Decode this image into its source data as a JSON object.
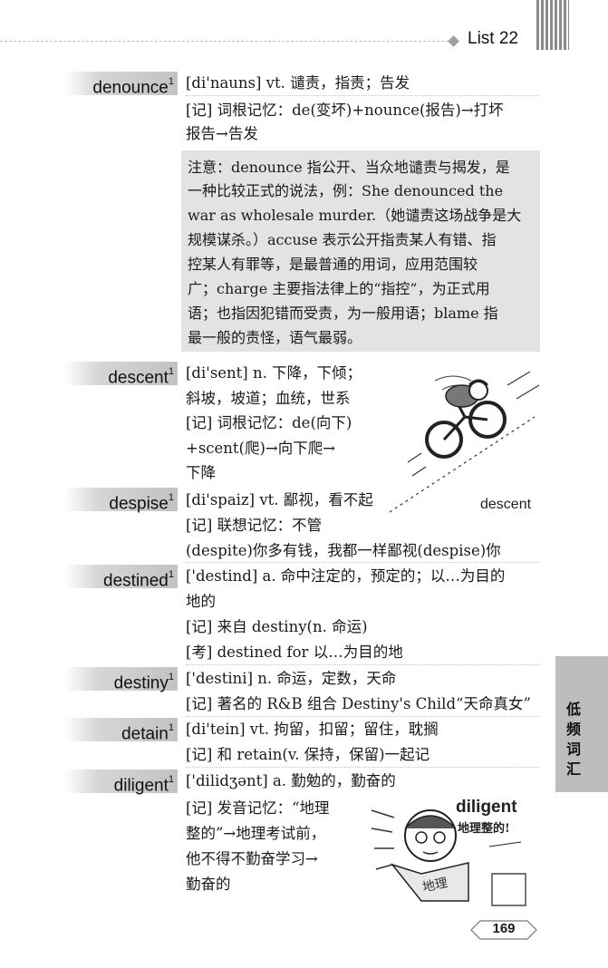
{
  "header": {
    "list_title": "List 22"
  },
  "side_tab": {
    "label": "低频词汇"
  },
  "page_number": "169",
  "entries": {
    "denounce": {
      "word": "denounce",
      "mark": "1",
      "lines": [
        "[di'nauns] vt. 谴责，指责；告发",
        "[记] 词根记忆：de(变坏)+nounce(报告)→打坏",
        "报告→告发"
      ],
      "note_lines": [
        "注意：denounce 指公开、当众地谴责与揭发，是",
        "一种比较正式的说法，例：She denounced the",
        "war as wholesale murder.（她谴责这场战争是大",
        "规模谋杀。）accuse 表示公开指责某人有错、指",
        "控某人有罪等，是最普通的用词，应用范围较",
        "广；charge 主要指法律上的“指控”，为正式用",
        "语；也指因犯错而受责，为一般用语；blame 指",
        "最一般的责怪，语气最弱。"
      ]
    },
    "descent": {
      "word": "descent",
      "mark": "1",
      "lines": [
        "[di'sent] n. 下降，下倾；",
        "斜坡，坡道；血统，世系",
        "[记] 词根记忆：de(向下)",
        "+scent(爬)→向下爬→",
        "下降"
      ],
      "illustration_caption": "descent"
    },
    "despise": {
      "word": "despise",
      "mark": "1",
      "lines": [
        "[di'spaiz] vt. 鄙视，看不起",
        "[记] 联想记忆：不管",
        "(despite)你多有钱，我都一样鄙视(despise)你"
      ]
    },
    "destined": {
      "word": "destined",
      "mark": "1",
      "lines": [
        "['destind] a. 命中注定的，预定的；以…为目的",
        "地的",
        "[记] 来自 destiny(n. 命运)",
        "[考] destined for 以…为目的地"
      ]
    },
    "destiny": {
      "word": "destiny",
      "mark": "1",
      "lines": [
        "['destini] n. 命运，定数，天命",
        "[记] 著名的 R&B 组合 Destiny's Child“天命真女”"
      ]
    },
    "detain": {
      "word": "detain",
      "mark": "1",
      "lines": [
        "[di'tein] vt. 拘留，扣留；留住，耽搁",
        "[记] 和 retain(v. 保持，保留)一起记"
      ]
    },
    "diligent": {
      "word": "diligent",
      "mark": "1",
      "lines": [
        "['dilidʒənt] a. 勤勉的，勤奋的",
        "[记] 发音记忆：“地理",
        "整的”→地理考试前，",
        "他不得不勤奋学习→",
        "勤奋的"
      ],
      "illustration_caption": "diligent",
      "illustration_speech": "地理整的!",
      "book_label": "地理"
    }
  }
}
